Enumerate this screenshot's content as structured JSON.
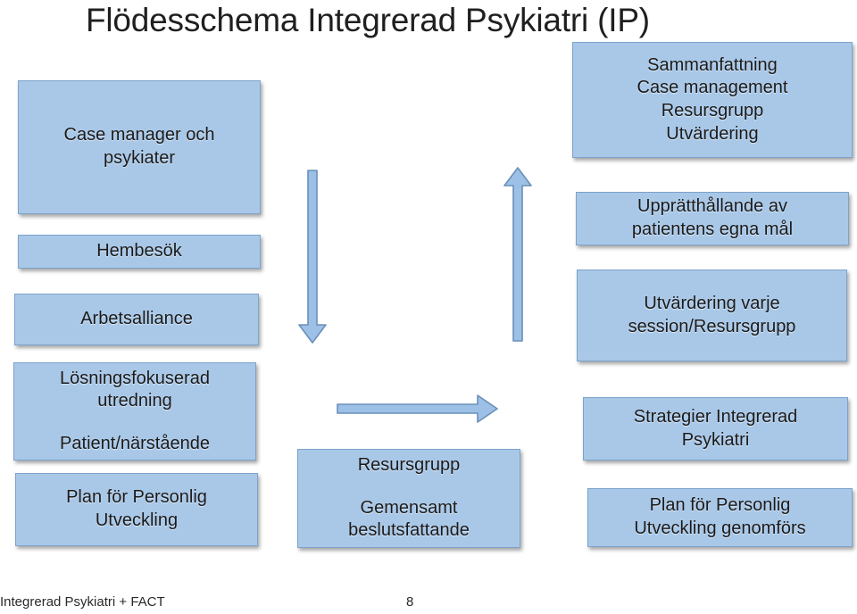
{
  "title": "Flödesschema Integrerad Psykiatri (IP)",
  "colors": {
    "box_fill": "#a9c8e8",
    "box_border": "#7da3cb",
    "arrow_fill": "#9cc0e6",
    "arrow_stroke": "#6b8fb8"
  },
  "left": {
    "case_manager": [
      "Case manager och",
      "psykiater"
    ],
    "hembesok": "Hembesök",
    "arbetsalliance": "Arbetsalliance",
    "utredning": [
      "Lösningsfokuserad",
      "utredning"
    ],
    "patient": "Patient/närstående",
    "plan": [
      "Plan för Personlig",
      "Utveckling"
    ]
  },
  "center": {
    "resursgrupp": "Resursgrupp",
    "beslut": [
      "Gemensamt",
      "beslutsfattande"
    ]
  },
  "right": {
    "sammanfattning": [
      "Sammanfattning",
      "Case management",
      "Resursgrupp",
      "Utvärdering"
    ],
    "upprattahallande": [
      "Upprätthållande av",
      "patientens egna mål"
    ],
    "utvardering": [
      "Utvärdering varje",
      "session/Resursgrupp"
    ],
    "strategier": [
      "Strategier Integrerad",
      "Psykiatri"
    ],
    "plan_genomfors": [
      "Plan för Personlig",
      "Utveckling genomförs"
    ]
  },
  "footer": {
    "label": "Integrerad Psykiatri + FACT",
    "page": "8"
  }
}
